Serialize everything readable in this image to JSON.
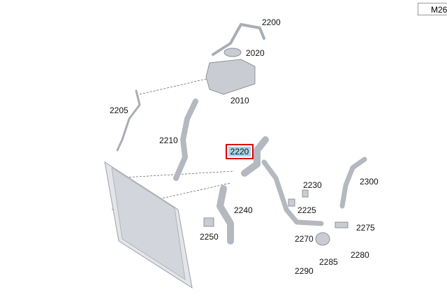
{
  "model_tag": "M26",
  "highlighted_part": "2220",
  "colors": {
    "highlight_fill": "#a8d4e6",
    "highlight_border": "#e00000",
    "part_gray": "#c9ccd2"
  },
  "labels": {
    "p2200": "2200",
    "p2020": "2020",
    "p2010": "2010",
    "p2205": "2205",
    "p2210": "2210",
    "p2220": "2220",
    "p2230": "2230",
    "p2300": "2300",
    "p2225": "2225",
    "p2240": "2240",
    "p2250": "2250",
    "p2275": "2275",
    "p2270": "2270",
    "p2285": "2285",
    "p2280": "2280",
    "p2290": "2290"
  }
}
